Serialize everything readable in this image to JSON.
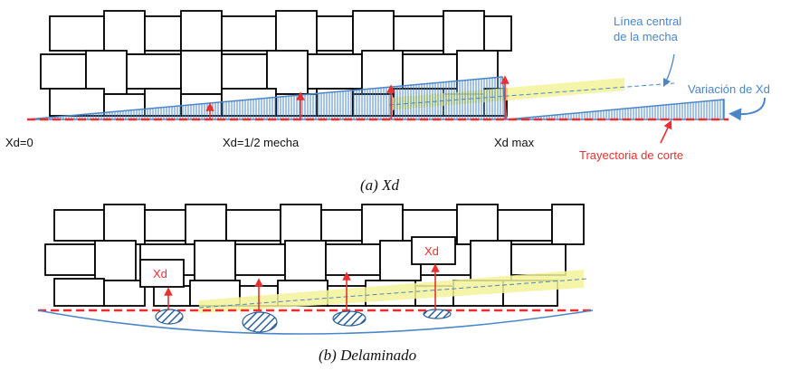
{
  "panel_a": {
    "label_center_line_1": "Línea central",
    "label_center_line_2": "de la mecha",
    "label_variation": "Variación de Xd",
    "label_xd0": "Xd=0",
    "label_xd_half": "Xd=1/2 mecha",
    "label_xd_max": "Xd max",
    "label_cut_path": "Trayectoria de corte",
    "caption": "(a)  Xd"
  },
  "panel_b": {
    "xd_label_1": "Xd",
    "xd_label_2": "Xd",
    "caption": "(b) Delaminado"
  },
  "colors": {
    "blue": "#4a86c8",
    "red": "#e83030",
    "yellow": "#f3f39a",
    "hatch": "#2b5e9a"
  }
}
